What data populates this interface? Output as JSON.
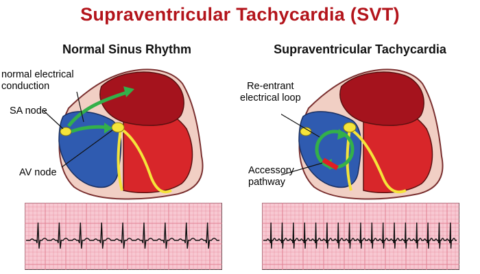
{
  "title": "Supraventricular Tachycardia (SVT)",
  "colors": {
    "title": "#b3141b",
    "heart_red": "#d8262a",
    "heart_dark_red": "#a5131d",
    "heart_blue": "#2f5bb0",
    "pericardium": "#f1cfc4",
    "conduction_yellow": "#f5e43a",
    "signal_green": "#33b04a",
    "accessory_red": "#e01e24",
    "ecg_background": "#f7c8d2",
    "ecg_grid": "#e27f93",
    "ecg_trace": "#111111"
  },
  "panels": {
    "normal": {
      "title": "Normal Sinus Rhythm",
      "labels": {
        "conduction": "normal electrical\nconduction",
        "sa_node": "SA node",
        "av_node": "AV node"
      },
      "rhythm": {
        "beats": 9
      }
    },
    "svt": {
      "title": "Supraventricular Tachycardia",
      "labels": {
        "loop": "Re-entrant\nelectrical loop",
        "accessory": "Accessory\npathway"
      },
      "rhythm": {
        "beats": 17
      }
    }
  }
}
